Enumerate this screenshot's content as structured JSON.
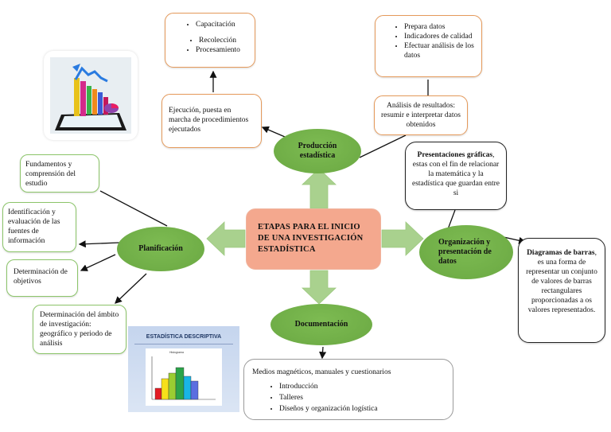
{
  "center": {
    "title": "ETAPAS PARA EL INICIO DE UNA INVESTIGACIÓN ESTADÍSTICA"
  },
  "stages": {
    "produccion": "Producción estadística",
    "organizacion": "Organización y presentación de datos",
    "documentacion": "Documentación",
    "planificacion": "Planificación"
  },
  "produccion_boxes": {
    "ejecucion": "Ejecución, puesta en marcha de procedimientos ejecutados",
    "ejecucion_items": [
      "Capacitación",
      "Recolección",
      "Procesamiento"
    ],
    "analisis": "Análisis de resultados: resumir e interpretar datos obtenidos",
    "analisis_items": [
      "Prepara datos",
      "Indicadores de calidad",
      "Efectuar análisis de los datos"
    ]
  },
  "organizacion_boxes": {
    "presentaciones_bold": "Presentaciones gráficas",
    "presentaciones_rest": ", estas con el fin de relacionar la matemática y la estadística que guardan entre si",
    "diagramas_bold": "Diagramas de barras",
    "diagramas_rest": ", es una forma de representar un conjunto de valores de barras rectangulares proporcionadas a os valores representados."
  },
  "planificacion_boxes": [
    "Fundamentos y comprensión del estudio",
    "Identificación y evaluación de las fuentes de información",
    "Determinación de objetivos",
    "Determinación del ámbito de investigación: geográfico y periodo de análisis"
  ],
  "documentacion_box": {
    "heading": "Medios magnéticos, manuales y cuestionarios",
    "items": [
      "Introducción",
      "Talleres",
      "Diseños y organización logística"
    ]
  },
  "images": {
    "tablet_chart": "tablet-bar-chart-image",
    "descriptiva_title": "ESTADÍSTICA DESCRIPTIVA",
    "histogram_title": "Histograma"
  },
  "colors": {
    "stage_green": "#70ad47",
    "arrow_green": "#a9d18e",
    "center_salmon": "#f4a88e",
    "orange_border": "#e59a5b",
    "green_border": "#8cc56a"
  }
}
